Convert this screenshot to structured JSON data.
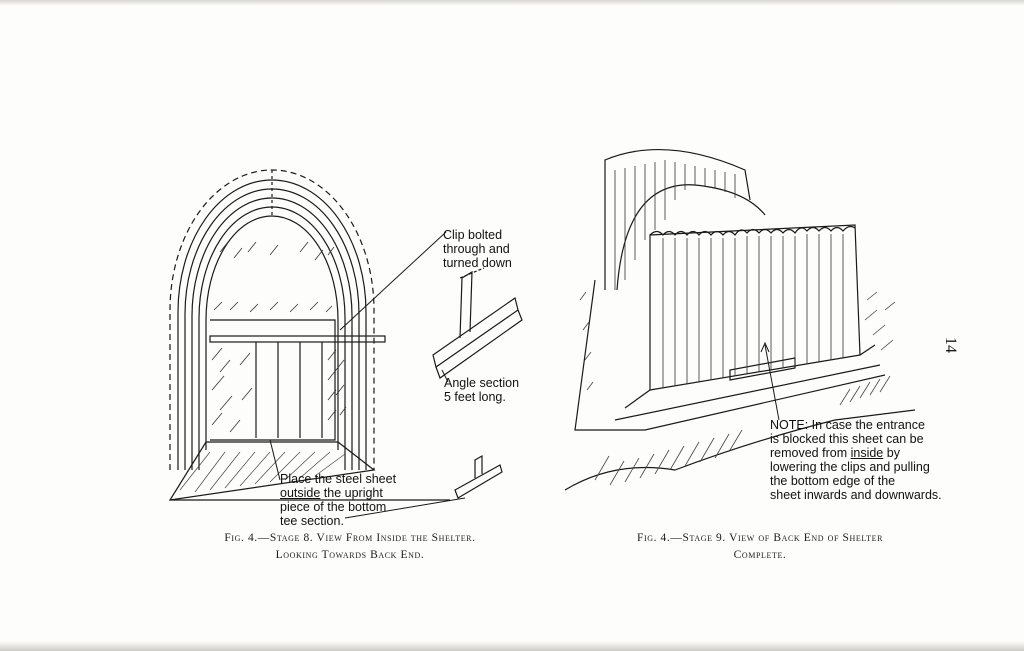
{
  "figure_left": {
    "label_clip": [
      "Clip bolted",
      "through and",
      "turned down"
    ],
    "label_angle": [
      "Angle section",
      "5 feet long."
    ],
    "label_sheet": {
      "line1": "Place the steel sheet",
      "line2_u": "outside",
      "line2_rest": " the upright",
      "line3": "piece of the bottom",
      "line4": "tee section."
    },
    "caption_line1": "Fig. 4.—Stage 8. View From Inside the Shelter.",
    "caption_line2": "Looking Towards Back End."
  },
  "figure_right": {
    "note": {
      "line1": "NOTE: In case the entrance",
      "line2": "is blocked this sheet can be",
      "line3_pre": "removed from ",
      "line3_u": "inside",
      "line3_post": " by",
      "line4": "lowering the clips and pulling",
      "line5": "the bottom edge of the",
      "line6": "sheet inwards and downwards."
    },
    "caption_line1": "Fig. 4.—Stage 9. View of Back End of Shelter",
    "caption_line2": "Complete."
  },
  "page_number": "14",
  "colors": {
    "ink": "#1a1a1a",
    "paper": "#fdfdfb"
  }
}
